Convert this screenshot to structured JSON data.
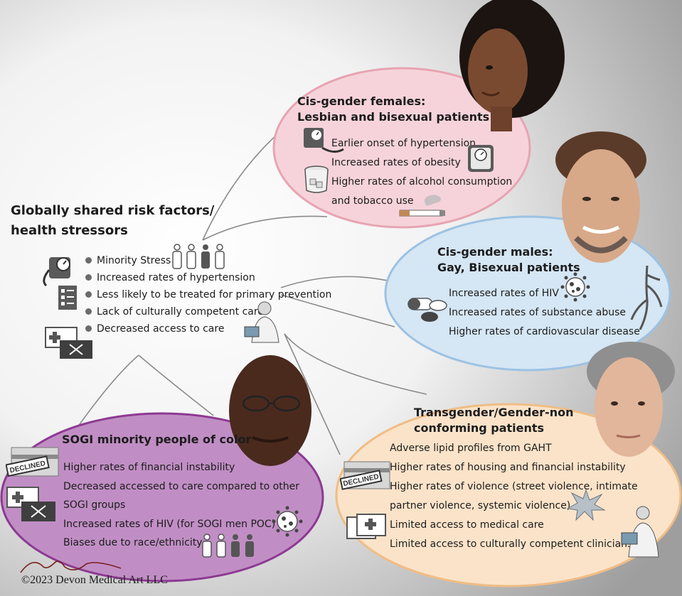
{
  "central": {
    "title_line1": "Globally shared risk factors/",
    "title_line2": "health stressors",
    "items": [
      "Minority Stress",
      "Increased rates of hypertension",
      "Less likely to be treated for primary prevention",
      "Lack of culturally competent care",
      "Decreased access to care"
    ]
  },
  "females": {
    "title_line1": "Cis-gender females:",
    "title_line2": "Lesbian and bisexual patients",
    "items": [
      "Earlier onset of hypertension",
      "Increased rates of obesity",
      "Higher rates of alcohol consumption",
      "and tobacco use"
    ]
  },
  "males": {
    "title_line1": "Cis-gender males:",
    "title_line2": "Gay, Bisexual patients",
    "items": [
      "Increased rates of HIV",
      "Increased rates of substance abuse",
      "Higher rates of cardiovascular disease"
    ]
  },
  "poc": {
    "title": "SOGI minority people of color",
    "items": [
      "Higher rates of financial instability",
      "Decreased accessed to care compared to other",
      "SOGI groups",
      "Increased rates of HIV (for SOGI men POC)",
      "Biases due to race/ethnicity"
    ]
  },
  "trans": {
    "title_line1": "Transgender/Gender-non",
    "title_line2": "conforming patients",
    "items": [
      "Adverse lipid profiles from GAHT",
      "Higher rates of housing and financial instability",
      "Higher rates of violence (street violence, intimate",
      "partner violence, systemic violence)",
      "Limited access to medical care",
      "Limited access to culturally competent clinicians"
    ]
  },
  "stamp_text": "DECLINED",
  "copyright": "©2023 Devon Medical Art LLC",
  "colors": {
    "female_fill": "#f6d3da",
    "female_stroke": "#e7a4b2",
    "male_fill": "#d5e6f4",
    "male_stroke": "#9cc2e3",
    "poc_fill": "#c08ec4",
    "poc_stroke": "#8c3a92",
    "trans_fill": "#fbe3c9",
    "trans_stroke": "#efbd86"
  }
}
